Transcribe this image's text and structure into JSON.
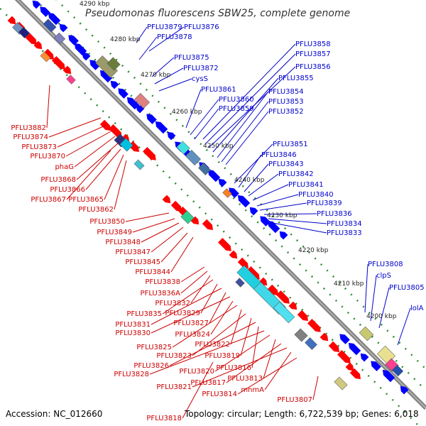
{
  "title": "Pseudomonas fluorescens SBW25, complete genome",
  "accession": "Accession: NC_012660",
  "summary": "Topology: circular; Length: 6,722,539 bp; Genes: 6,018",
  "colors": {
    "forward": "#ff0000",
    "reverse": "#0000ff",
    "backbone": "#808080",
    "ticks": "#2e8b2e",
    "forward_label": "#cc0000",
    "reverse_label": "#0000cc"
  },
  "kbp_marks": [
    "4290 kbp",
    "4280 kbp",
    "4270 kbp",
    "4260 kbp",
    "4250 kbp",
    "4240 kbp",
    "4230 kbp",
    "4220 kbp",
    "4210 kbp",
    "4200 kbp"
  ],
  "reverse_labels": [
    "PFLU3879",
    "PFLU3876",
    "PFLU3878",
    "PFLU3858",
    "PFLU3857",
    "PFLU3875",
    "PFLU3856",
    "PFLU3872",
    "PFLU3855",
    "cysS",
    "PFLU3861",
    "PFLU3854",
    "PFLU3860",
    "PFLU3853",
    "PFLU3859",
    "PFLU3852",
    "PFLU3851",
    "PFLU3846",
    "PFLU3843",
    "PFLU3842",
    "PFLU3841",
    "PFLU3840",
    "PFLU3839",
    "PFLU3836",
    "PFLU3834",
    "PFLU3833",
    "PFLU3808",
    "clpS",
    "PFLU3805",
    "lolA"
  ],
  "forward_labels": [
    "PFLU3882",
    "PFLU3874",
    "PFLU3873",
    "PFLU3870",
    "phaG",
    "PFLU3868",
    "PFLU3866",
    "PFLU3867",
    "PFLU3865",
    "PFLU3862",
    "PFLU3850",
    "PFLU3849",
    "PFLU3848",
    "PFLU3847",
    "PFLU3845",
    "PFLU3844",
    "PFLU3838",
    "PFLU3836A",
    "PFLU3832",
    "PFLU3835",
    "PFLU3829",
    "PFLU3831",
    "PFLU3827",
    "PFLU3830",
    "PFLU3824",
    "PFLU3825",
    "PFLU3822",
    "PFLU3823",
    "PFLU3819",
    "PFLU3826",
    "PFLU3816",
    "PFLU3828",
    "PFLU3820",
    "PFLU3813",
    "PFLU3817",
    "PFLU3821",
    "mnmA",
    "PFLU3814",
    "PFLU3807",
    "PFLU3818"
  ]
}
